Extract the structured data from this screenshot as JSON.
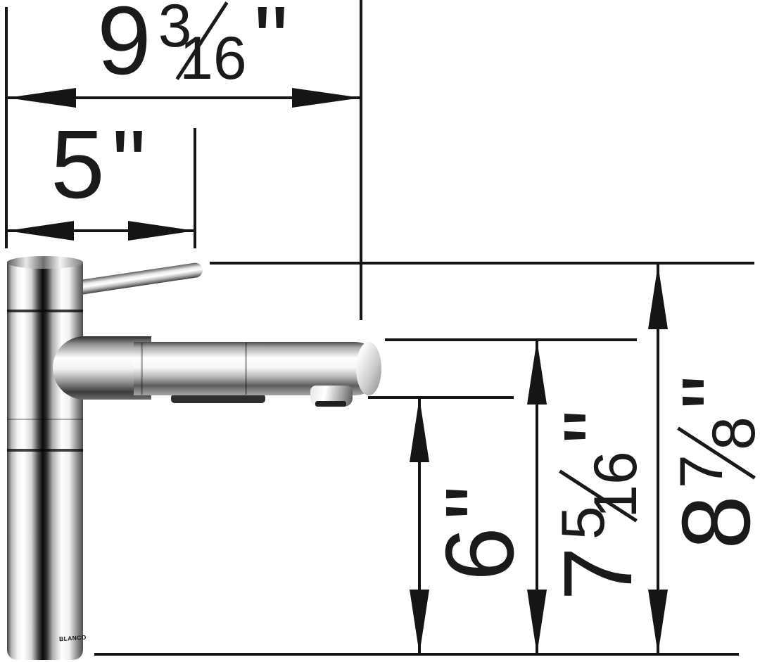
{
  "drawing_type": "faucet dimension diagram",
  "brand": {
    "logo_text": "BLANCO"
  },
  "colors": {
    "line": "#151515",
    "label": "#1a1a1a",
    "background": "#ffffff"
  },
  "dimensions": {
    "d9_3_16": {
      "whole": "9",
      "num": "3",
      "den": "16",
      "unit": "\""
    },
    "d5": {
      "whole": "5",
      "unit": "\""
    },
    "d6": {
      "whole": "6",
      "unit": "\""
    },
    "d7_5_16": {
      "whole": "7",
      "num": "5",
      "den": "16",
      "unit": "\""
    },
    "d8_7_8": {
      "whole": "8",
      "num": "7",
      "den": "8",
      "unit": "\""
    }
  }
}
